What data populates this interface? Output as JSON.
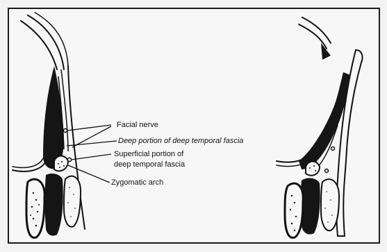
{
  "diagram": {
    "labels": {
      "facial_nerve": "Facial nerve",
      "deep_portion": "Deep portion of deep temporal fascia",
      "superficial_portion_line1": "Superficial portion of",
      "superficial_portion_line2": "deep temporal fascia",
      "zygomatic_arch": "Zygomatic arch"
    }
  }
}
